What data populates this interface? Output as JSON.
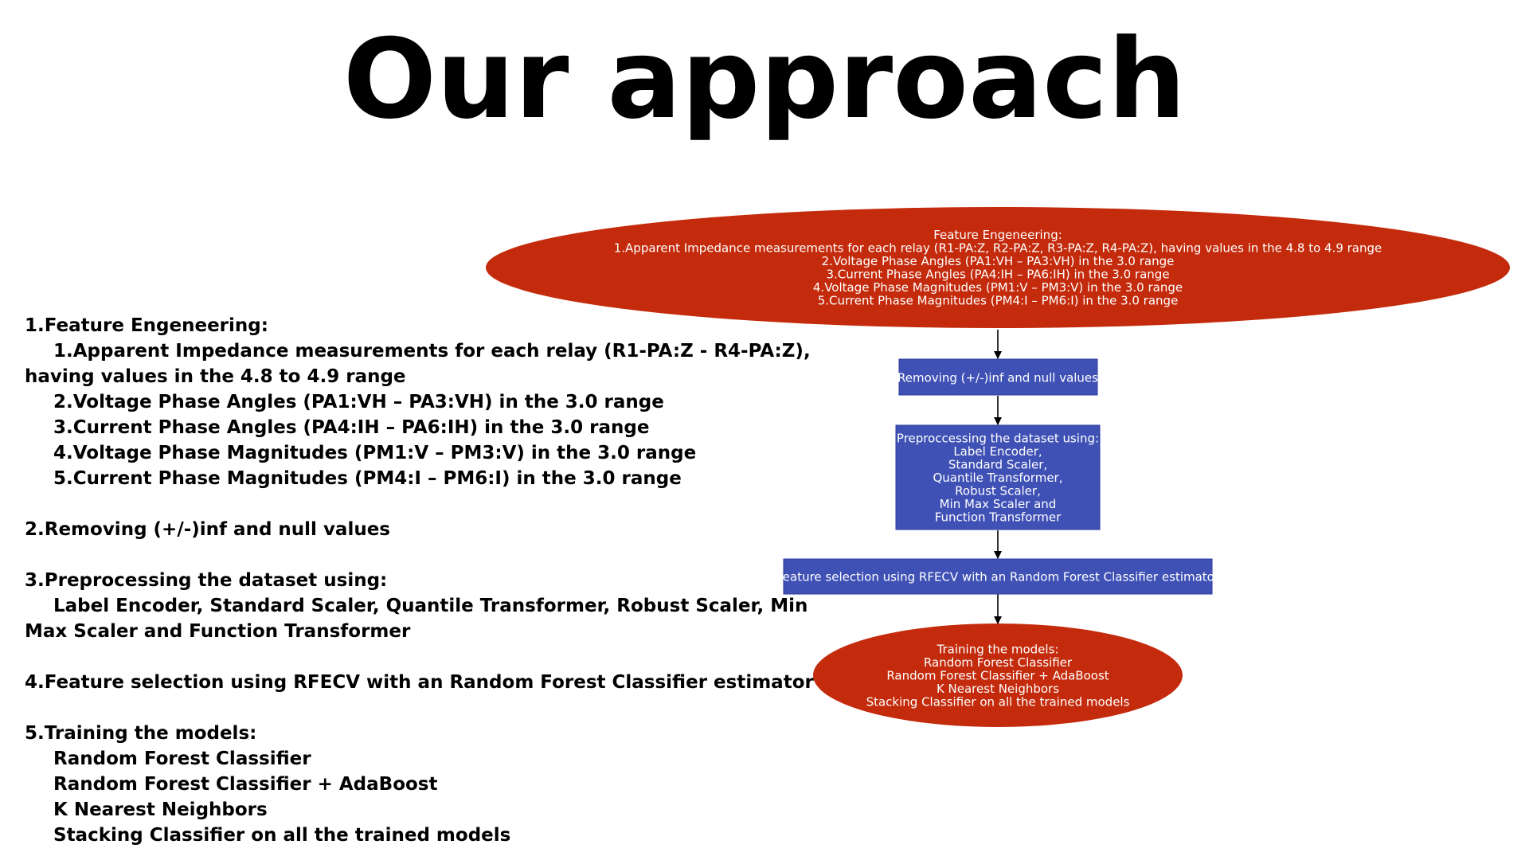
{
  "slide": {
    "title": "Our approach"
  },
  "colors": {
    "ellipse_fill": "#c42b0c",
    "box_fill": "#3f51b5",
    "box_stroke": "#2c3aa0",
    "arrow": "#000000",
    "node_text": "#ffffff"
  },
  "list": {
    "s1_heading": "1.Feature Engeneering:",
    "s1_item1_a": "1.Apparent Impedance measurements for each relay (R1-PA:Z - R4-PA:Z),",
    "s1_item1_b": "having values in the 4.8 to 4.9 range",
    "s1_item2": "2.Voltage Phase Angles (PA1:VH – PA3:VH) in the 3.0 range",
    "s1_item3": "3.Current Phase Angles (PA4:IH – PA6:IH) in the 3.0 range",
    "s1_item4": "4.Voltage Phase Magnitudes (PM1:V – PM3:V) in the 3.0 range",
    "s1_item5": "5.Current Phase Magnitudes (PM4:I – PM6:I) in the 3.0 range",
    "s2_heading": "2.Removing (+/-)inf and null values",
    "s3_heading": "3.Preprocessing the dataset using:",
    "s3_body_a": "Label Encoder, Standard Scaler, Quantile Transformer, Robust Scaler, Min",
    "s3_body_b": "Max Scaler and Function Transformer",
    "s4_heading": "4.Feature selection using RFECV with an Random Forest Classifier estimator",
    "s5_heading": "5.Training the models:",
    "s5_item1": "Random Forest Classifier",
    "s5_item2": "Random Forest Classifier + AdaBoost",
    "s5_item3": "K Nearest Neighbors",
    "s5_item4": "Stacking Classifier on all the trained models"
  },
  "flow": {
    "node1": [
      "Feature Engeneering:",
      "1.Apparent Impedance measurements for each relay (R1-PA:Z, R2-PA:Z, R3-PA:Z, R4-PA:Z), having values in the 4.8 to 4.9 range",
      "2.Voltage Phase Angles (PA1:VH – PA3:VH) in the 3.0 range",
      "3.Current Phase Angles (PA4:IH – PA6:IH) in the 3.0 range",
      "4.Voltage Phase Magnitudes (PM1:V – PM3:V) in the 3.0 range",
      "5.Current Phase Magnitudes (PM4:I – PM6:I) in the 3.0 range"
    ],
    "node2": [
      "Removing (+/-)inf and null values"
    ],
    "node3": [
      "Preproccessing the dataset using:",
      "Label Encoder,",
      "Standard Scaler,",
      "Quantile Transformer,",
      "Robust Scaler,",
      "Min Max Scaler and",
      "Function Transformer"
    ],
    "node4": [
      "Feature selection using RFECV with an Random Forest Classifier estimator"
    ],
    "node5": [
      "Training the models:",
      "Random Forest Classifier",
      "Random Forest Classifier + AdaBoost",
      "K Nearest Neighbors",
      "Stacking Classifier on all the trained models"
    ]
  }
}
